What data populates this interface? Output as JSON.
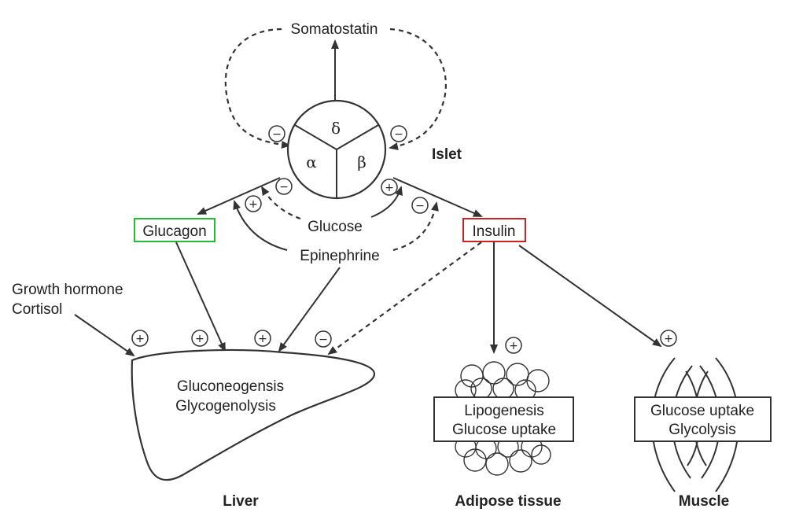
{
  "labels": {
    "somatostatin": "Somatostatin",
    "islet": "Islet",
    "delta": "δ",
    "alpha": "α",
    "beta": "β",
    "glucagon": "Glucagon",
    "insulin": "Insulin",
    "glucose": "Glucose",
    "epinephrine": "Epinephrine",
    "growth_hormone": "Growth hormone",
    "cortisol": "Cortisol",
    "liver_line1": "Gluconeogensis",
    "liver_line2": "Glycogenolysis",
    "adipose_line1": "Lipogenesis",
    "adipose_line2": "Glucose uptake",
    "muscle_line1": "Glucose uptake",
    "muscle_line2": "Glycolysis",
    "liver": "Liver",
    "adipose": "Adipose tissue",
    "muscle": "Muscle"
  },
  "signs": {
    "plus": "+",
    "minus": "−"
  },
  "colors": {
    "glucagon_box": "#22bb33",
    "insulin_box": "#cc2222",
    "ink": "#333333"
  }
}
